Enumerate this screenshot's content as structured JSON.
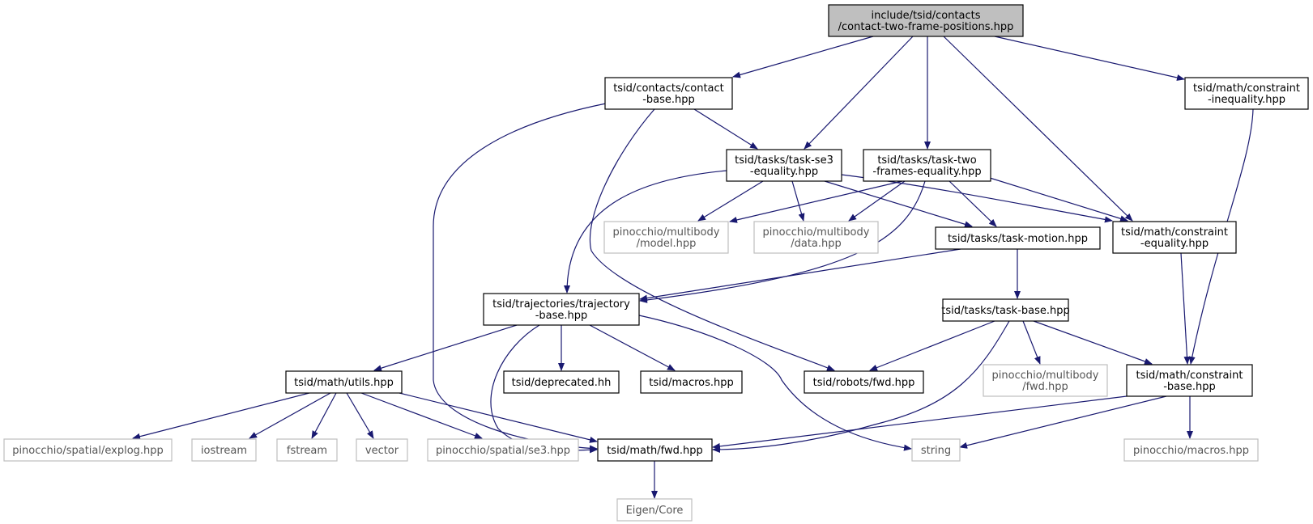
{
  "diagram": {
    "type": "include-dependency-graph",
    "colors": {
      "edge": "#191970",
      "root_fill": "#bfbfbf",
      "node_border": "#000000",
      "external_border": "#bfbfbf",
      "external_text": "#555555"
    },
    "nodes": [
      {
        "id": "root",
        "lines": [
          "include/tsid/contacts",
          "/contact-two-frame-positions.hpp"
        ],
        "kind": "root"
      },
      {
        "id": "contact_base",
        "lines": [
          "tsid/contacts/contact",
          "-base.hpp"
        ],
        "kind": "internal"
      },
      {
        "id": "task_se3",
        "lines": [
          "tsid/tasks/task-se3",
          "-equality.hpp"
        ],
        "kind": "internal"
      },
      {
        "id": "task_two",
        "lines": [
          "tsid/tasks/task-two",
          "-frames-equality.hpp"
        ],
        "kind": "internal"
      },
      {
        "id": "constraint_ineq",
        "lines": [
          "tsid/math/constraint",
          "-inequality.hpp"
        ],
        "kind": "internal"
      },
      {
        "id": "pin_model",
        "lines": [
          "pinocchio/multibody",
          "/model.hpp"
        ],
        "kind": "external"
      },
      {
        "id": "pin_data",
        "lines": [
          "pinocchio/multibody",
          "/data.hpp"
        ],
        "kind": "external"
      },
      {
        "id": "task_motion",
        "lines": [
          "tsid/tasks/task-motion.hpp"
        ],
        "kind": "internal"
      },
      {
        "id": "constraint_eq",
        "lines": [
          "tsid/math/constraint",
          "-equality.hpp"
        ],
        "kind": "internal"
      },
      {
        "id": "traj_base",
        "lines": [
          "tsid/trajectories/trajectory",
          "-base.hpp"
        ],
        "kind": "internal"
      },
      {
        "id": "task_base",
        "lines": [
          "tsid/tasks/task-base.hpp"
        ],
        "kind": "internal"
      },
      {
        "id": "math_utils",
        "lines": [
          "tsid/math/utils.hpp"
        ],
        "kind": "internal"
      },
      {
        "id": "deprecated",
        "lines": [
          "tsid/deprecated.hh"
        ],
        "kind": "internal"
      },
      {
        "id": "macros",
        "lines": [
          "tsid/macros.hpp"
        ],
        "kind": "internal"
      },
      {
        "id": "robots_fwd",
        "lines": [
          "tsid/robots/fwd.hpp"
        ],
        "kind": "internal"
      },
      {
        "id": "pin_fwd",
        "lines": [
          "pinocchio/multibody",
          "/fwd.hpp"
        ],
        "kind": "external"
      },
      {
        "id": "constraint_base",
        "lines": [
          "tsid/math/constraint",
          "-base.hpp"
        ],
        "kind": "internal"
      },
      {
        "id": "explog",
        "lines": [
          "pinocchio/spatial/explog.hpp"
        ],
        "kind": "external"
      },
      {
        "id": "iostream",
        "lines": [
          "iostream"
        ],
        "kind": "external"
      },
      {
        "id": "fstream",
        "lines": [
          "fstream"
        ],
        "kind": "external"
      },
      {
        "id": "vector",
        "lines": [
          "vector"
        ],
        "kind": "external"
      },
      {
        "id": "se3",
        "lines": [
          "pinocchio/spatial/se3.hpp"
        ],
        "kind": "external"
      },
      {
        "id": "math_fwd",
        "lines": [
          "tsid/math/fwd.hpp"
        ],
        "kind": "internal"
      },
      {
        "id": "string",
        "lines": [
          "string"
        ],
        "kind": "external"
      },
      {
        "id": "pin_macros",
        "lines": [
          "pinocchio/macros.hpp"
        ],
        "kind": "external"
      },
      {
        "id": "eigen_core",
        "lines": [
          "Eigen/Core"
        ],
        "kind": "external"
      }
    ],
    "edges": [
      [
        "root",
        "contact_base"
      ],
      [
        "root",
        "task_se3"
      ],
      [
        "root",
        "task_two"
      ],
      [
        "root",
        "constraint_eq"
      ],
      [
        "root",
        "constraint_ineq"
      ],
      [
        "contact_base",
        "task_se3"
      ],
      [
        "contact_base",
        "robots_fwd"
      ],
      [
        "contact_base",
        "math_fwd"
      ],
      [
        "task_se3",
        "traj_base"
      ],
      [
        "task_se3",
        "pin_model"
      ],
      [
        "task_se3",
        "pin_data"
      ],
      [
        "task_se3",
        "task_motion"
      ],
      [
        "task_se3",
        "constraint_eq"
      ],
      [
        "task_two",
        "traj_base"
      ],
      [
        "task_two",
        "pin_model"
      ],
      [
        "task_two",
        "pin_data"
      ],
      [
        "task_two",
        "task_motion"
      ],
      [
        "task_two",
        "constraint_eq"
      ],
      [
        "constraint_ineq",
        "constraint_base"
      ],
      [
        "task_motion",
        "traj_base"
      ],
      [
        "task_motion",
        "task_base"
      ],
      [
        "constraint_eq",
        "constraint_base"
      ],
      [
        "traj_base",
        "math_utils"
      ],
      [
        "traj_base",
        "deprecated"
      ],
      [
        "traj_base",
        "macros"
      ],
      [
        "traj_base",
        "math_fwd"
      ],
      [
        "traj_base",
        "string"
      ],
      [
        "task_base",
        "robots_fwd"
      ],
      [
        "task_base",
        "pin_fwd"
      ],
      [
        "task_base",
        "constraint_base"
      ],
      [
        "task_base",
        "math_fwd"
      ],
      [
        "constraint_base",
        "math_fwd"
      ],
      [
        "constraint_base",
        "string"
      ],
      [
        "constraint_base",
        "pin_macros"
      ],
      [
        "math_utils",
        "explog"
      ],
      [
        "math_utils",
        "iostream"
      ],
      [
        "math_utils",
        "fstream"
      ],
      [
        "math_utils",
        "vector"
      ],
      [
        "math_utils",
        "se3"
      ],
      [
        "math_utils",
        "math_fwd"
      ],
      [
        "math_fwd",
        "eigen_core"
      ]
    ]
  }
}
